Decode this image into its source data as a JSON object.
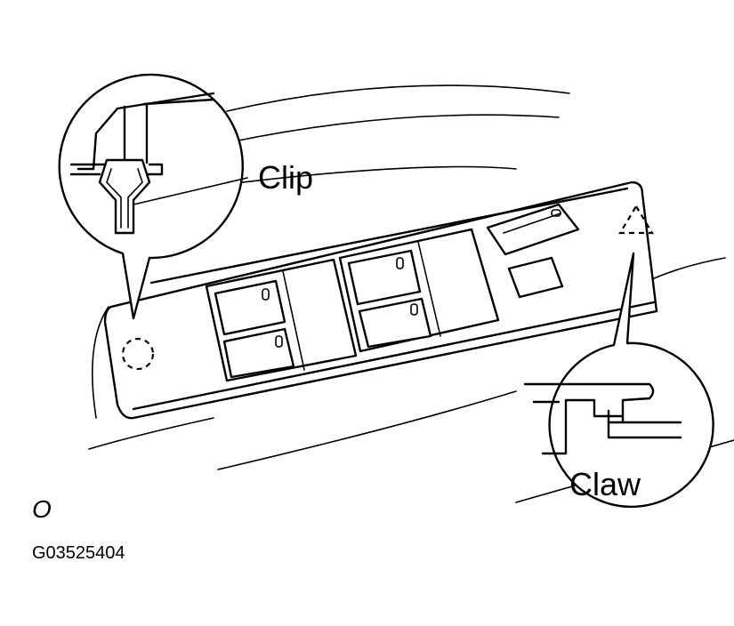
{
  "labels": {
    "clip": "Clip",
    "claw": "Claw",
    "marker": "O",
    "figure_code": "G03525404"
  },
  "colors": {
    "ink": "#000000",
    "paper": "#ffffff"
  }
}
